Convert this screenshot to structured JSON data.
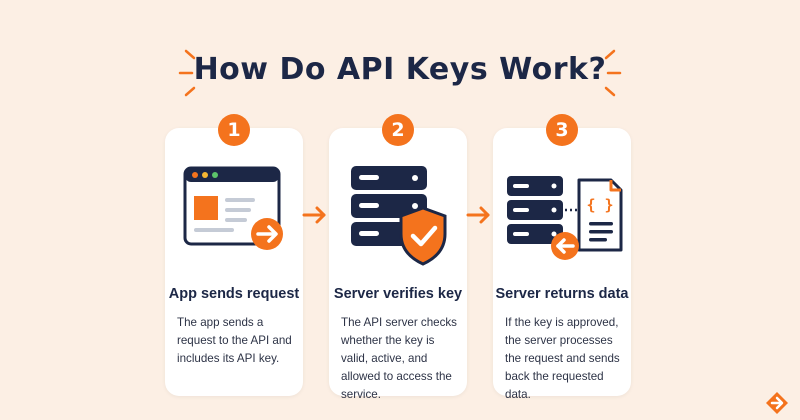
{
  "title": "How Do API Keys Work?",
  "colors": {
    "accent": "#f4731d",
    "navy": "#1c2746",
    "background": "#fcefe4",
    "card": "#ffffff"
  },
  "steps": [
    {
      "number": "1",
      "heading": "App sends request",
      "body": "The app sends a request to the API and includes its API key.",
      "icon": "browser-window-send-icon"
    },
    {
      "number": "2",
      "heading": "Server verifies key",
      "body": "The API server checks whether the key is valid, active, and allowed to access the service.",
      "icon": "server-shield-check-icon"
    },
    {
      "number": "3",
      "heading": "Server returns data",
      "body": "If the key is approved, the server processes the request and sends back the requested data.",
      "icon": "server-document-return-icon"
    }
  ],
  "connectors": [
    "arrow-right-icon",
    "arrow-right-icon"
  ],
  "brand_logo": "brand-logo-icon",
  "json_glyph": "{ }"
}
